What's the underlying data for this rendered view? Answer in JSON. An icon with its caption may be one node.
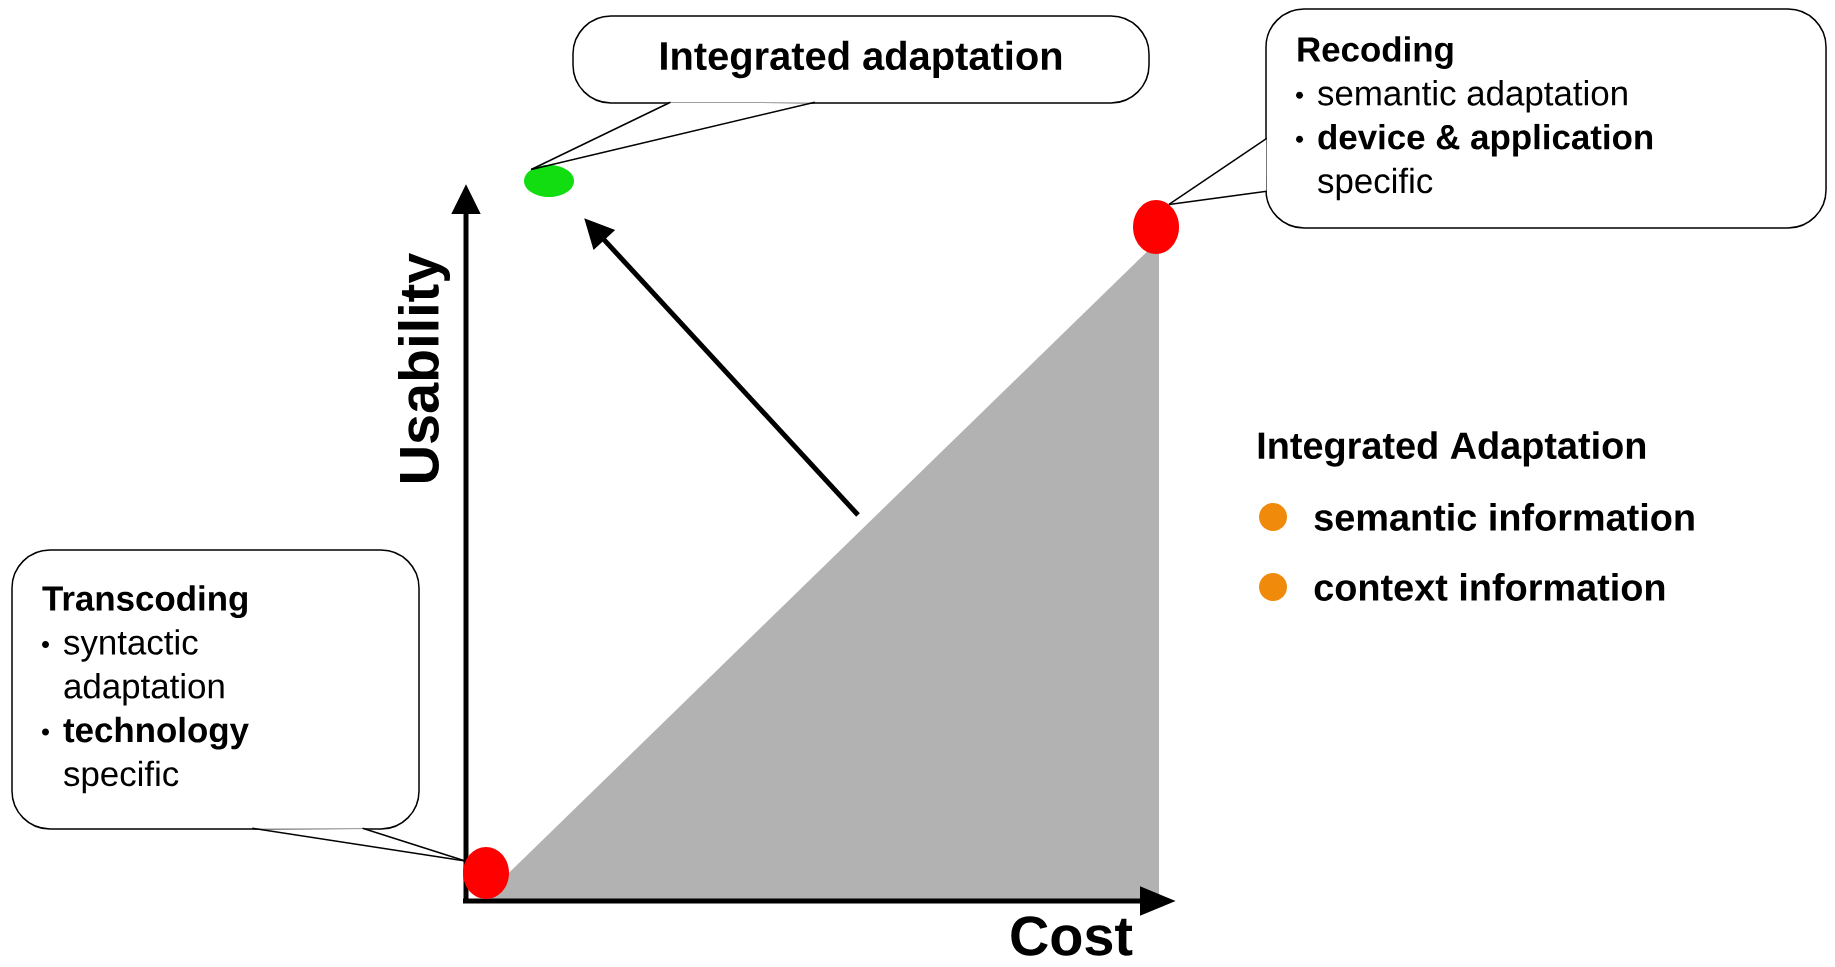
{
  "diagram": {
    "nodes": [
      {
        "text": [
          "Integrated adaptation"
        ]
      },
      {
        "text": [],
        "shape": "circle"
      },
      {
        "text": [
          "Recoding",
          "semantic adaptation",
          "**device & application** specific"
        ]
      },
      {
        "text": [],
        "shape": "circle"
      },
      {
        "text": [
          "Transcoding",
          "syntactic adaptation",
          "**technology** specific"
        ]
      },
      {
        "text": [],
        "shape": "circle"
      }
    ],
    "edges": [
      {
        "from": 0,
        "to": 1,
        "arrow": "none"
      },
      {
        "from": 2,
        "to": 3,
        "arrow": "none"
      },
      {
        "from": 4,
        "to": 5,
        "arrow": "none"
      }
    ],
    "labels": [
      "Usability",
      "Cost",
      "Integrated Adaptation",
      "semantic information",
      "context information"
    ]
  }
}
